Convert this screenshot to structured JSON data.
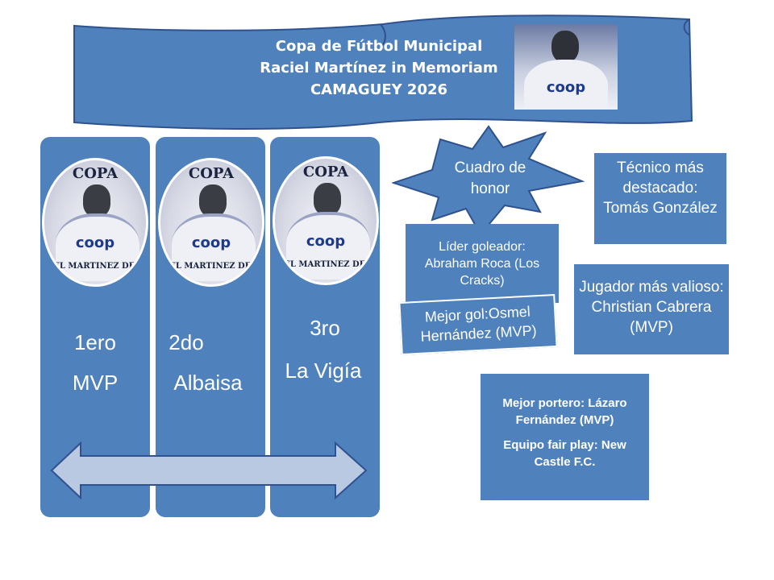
{
  "banner": {
    "line1": "Copa de Fútbol Municipal",
    "line2": "Raciel Martínez in Memoriam",
    "line3": "CAMAGUEY 2026"
  },
  "medal": {
    "copa": "COPA",
    "coop": "coop",
    "band": "IEL MARTINEZ DEL"
  },
  "podium": [
    {
      "place": "1ero",
      "team": "MVP"
    },
    {
      "place": "2do",
      "team": "Albaisa"
    },
    {
      "place": "3ro",
      "team": "La Vigía"
    }
  ],
  "honor": {
    "title": "Cuadro de honor",
    "tecnico": "Técnico más destacado: Tomás González",
    "lider": "Líder goleador: Abraham Roca (Los Cracks)",
    "mejor_gol": "Mejor gol:Osmel Hernández (MVP)",
    "jugador": "Jugador más valioso: Christian Cabrera (MVP)",
    "portero": "Mejor portero: Lázaro Fernández (MVP)",
    "fair_play": "Equipo fair play: New Castle F.C."
  },
  "colors": {
    "primary_blue": "#4f81bd",
    "arrow_fill": "#b9c9e2",
    "border_dark": "#2f528f"
  }
}
